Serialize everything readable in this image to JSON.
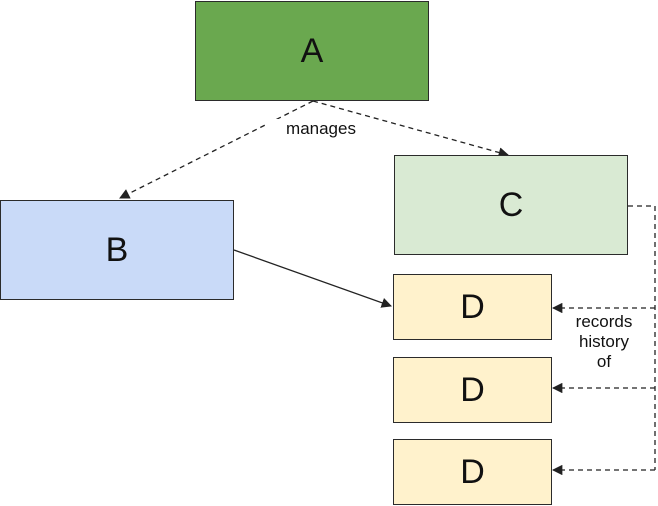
{
  "nodes": {
    "a": {
      "label": "A",
      "color": "#6aa84f"
    },
    "b": {
      "label": "B",
      "color": "#c9daf8"
    },
    "c": {
      "label": "C",
      "color": "#d9ead3"
    },
    "d1": {
      "label": "D",
      "color": "#fff2cc"
    },
    "d2": {
      "label": "D",
      "color": "#fff2cc"
    },
    "d3": {
      "label": "D",
      "color": "#fff2cc"
    }
  },
  "edges": {
    "manages": {
      "label": "manages",
      "style": "dashed"
    },
    "b_to_d": {
      "style": "solid"
    },
    "records": {
      "label_lines": [
        "records",
        "history",
        "of"
      ],
      "style": "dashed"
    }
  }
}
